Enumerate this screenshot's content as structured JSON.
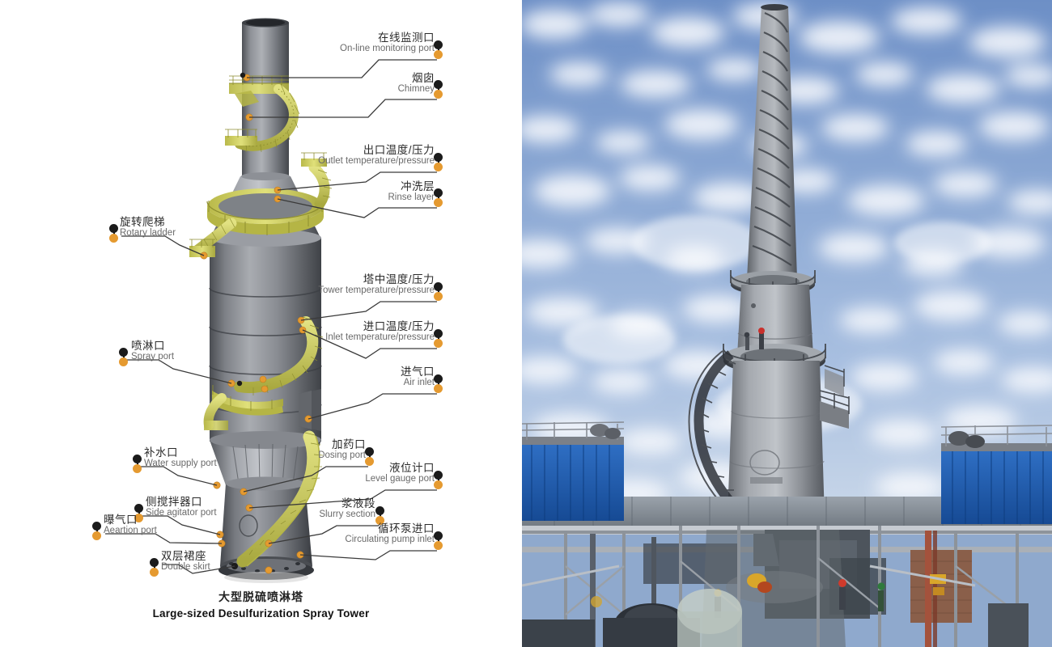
{
  "caption": {
    "cn": "大型脱硫喷淋塔",
    "en": "Large-sized Desulfurization Spray Tower"
  },
  "colors": {
    "dot_black": "#1b1b1b",
    "dot_orange": "#e59a30",
    "leader_line": "#3a3a3a",
    "label_cn": "#2b2b2b",
    "label_en": "#6a6a6a",
    "tower_steel": "#6f7277",
    "platform_yellow": "#cfcf5e",
    "sky_blue": "#7e9ccd",
    "cloud_white": "#f2f5fb",
    "roof_blue": "#1f57a8",
    "background": "#ffffff"
  },
  "labels": [
    {
      "id": "on-line-monitoring-port",
      "cn": "在线监测口",
      "en": "On-line monitoring port",
      "side": "right"
    },
    {
      "id": "chimney",
      "cn": "烟囱",
      "en": "Chimney",
      "side": "right"
    },
    {
      "id": "outlet-temperature-pressure",
      "cn": "出口温度/压力",
      "en": "Outlet temperature/pressure",
      "side": "right"
    },
    {
      "id": "rinse-layer",
      "cn": "冲洗层",
      "en": "Rinse layer",
      "side": "right"
    },
    {
      "id": "rotary-ladder",
      "cn": "旋转爬梯",
      "en": "Rotary ladder",
      "side": "left"
    },
    {
      "id": "tower-temperature-pressure",
      "cn": "塔中温度/压力",
      "en": "Tower temperature/pressure",
      "side": "right"
    },
    {
      "id": "spray-port",
      "cn": "喷淋口",
      "en": "Spray port",
      "side": "left"
    },
    {
      "id": "inlet-temperature-pressure",
      "cn": "进口温度/压力",
      "en": "Inlet temperature/pressure",
      "side": "right"
    },
    {
      "id": "air-inlet",
      "cn": "进气口",
      "en": "Air inlet",
      "side": "right"
    },
    {
      "id": "water-supply-port",
      "cn": "补水口",
      "en": "Water supply port",
      "side": "left"
    },
    {
      "id": "dosing-port",
      "cn": "加药口",
      "en": "Dosing port",
      "side": "right"
    },
    {
      "id": "level-gauge-port",
      "cn": "液位计口",
      "en": "Level gauge port",
      "side": "right"
    },
    {
      "id": "side-agitator-port",
      "cn": "侧搅拌器口",
      "en": "Side agitator port",
      "side": "left"
    },
    {
      "id": "aeration-port",
      "cn": "曝气口",
      "en": "Aeartion port",
      "side": "left"
    },
    {
      "id": "slurry-section",
      "cn": "浆液段",
      "en": "Slurry section",
      "side": "right"
    },
    {
      "id": "circulating-pump-inlet",
      "cn": "循环泵进口",
      "en": "Circulating pump inlet",
      "side": "right"
    },
    {
      "id": "double-skirt",
      "cn": "双层裙座",
      "en": "Double skirt",
      "side": "left"
    }
  ],
  "photo": {
    "description": "Photograph of an installed desulfurization spray tower with spiral staircase against a mottled altocumulus sky, with blue-roofed plant buildings, piping racks and workers at the base."
  }
}
